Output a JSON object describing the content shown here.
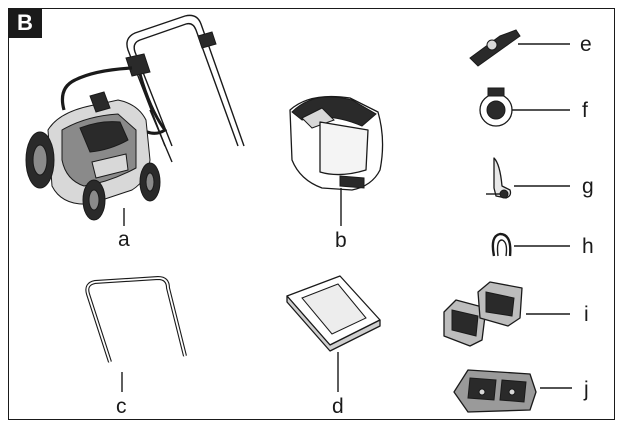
{
  "section": "B",
  "parts": [
    {
      "key": "a",
      "label": "a",
      "icon": "lawn-mower-icon"
    },
    {
      "key": "b",
      "label": "b",
      "icon": "grass-box-icon"
    },
    {
      "key": "c",
      "label": "c",
      "icon": "handle-bar-icon"
    },
    {
      "key": "d",
      "label": "d",
      "icon": "manual-icon"
    },
    {
      "key": "e",
      "label": "e",
      "icon": "lever-icon"
    },
    {
      "key": "f",
      "label": "f",
      "icon": "knob-icon"
    },
    {
      "key": "g",
      "label": "g",
      "icon": "clip-icon"
    },
    {
      "key": "h",
      "label": "h",
      "icon": "cable-clip-icon"
    },
    {
      "key": "i",
      "label": "i",
      "icon": "batteries-icon"
    },
    {
      "key": "j",
      "label": "j",
      "icon": "charger-icon"
    }
  ]
}
